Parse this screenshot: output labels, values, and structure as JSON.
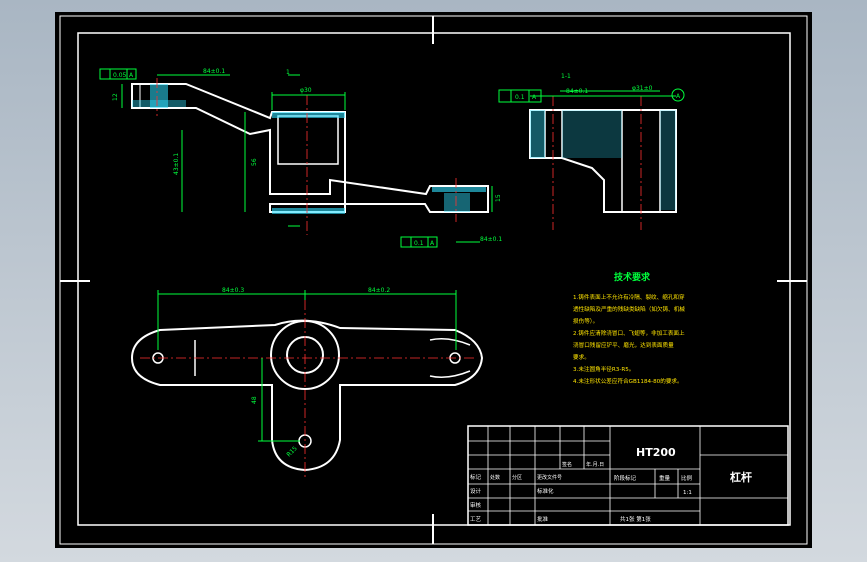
{
  "dimensions": {
    "top_left_parallel": "0.05",
    "top_left_parallel_ref": "A",
    "top_left_tol": "84±0.1",
    "top_mid": "φ30",
    "top_mid_label": "1",
    "left_vert_a": "12",
    "left_vert_b": "56",
    "left_vert_c": "43±0.1",
    "right_vert": "15",
    "bottom_parallel": "0.1",
    "bottom_parallel_ref": "A",
    "bottom_tol": "84±0.1",
    "section_label": "1-1",
    "section_parallel": "0.1",
    "section_parallel_ref": "A",
    "section_dim_a": "84±0.1",
    "section_dim_b": "φ31±0",
    "section_ref_circle": "A",
    "plan_dim_left": "84±0.3",
    "plan_dim_right": "84±0.2",
    "plan_dim_vert": "48",
    "plan_dim_small": "R15"
  },
  "technical_requirements": {
    "title": "技术要求",
    "items": [
      "1.铸件表面上不允许有冷隔、裂纹、缩孔和穿",
      "透性缺陷及严重的残缺类缺陷（如欠铸、机械",
      "损伤等）。",
      "2.铸件应清除浇冒口、飞翅等，非加工表面上",
      "浇冒口残留应铲平、磨光，达到表面质量",
      "要求。",
      "3.未注圆角半径R3-R5。",
      "4.未注形状公差应符合GB1184-80的要求。"
    ]
  },
  "title_block": {
    "material": "HT200",
    "part_name": "杠杆",
    "scale_label": "比例",
    "sheet": "共1张 第1张",
    "rows_left": [
      "标记",
      "设计",
      "审核",
      "工艺"
    ],
    "col_labels": [
      "处数",
      "分区",
      "更改文件号",
      "签名",
      "年.月.日"
    ],
    "std_label": "标准化",
    "approve_label": "批准",
    "stage_label": "阶段标记",
    "weight_label": "重量",
    "ratio_label": "比例",
    "ratio_value": "1:1"
  }
}
